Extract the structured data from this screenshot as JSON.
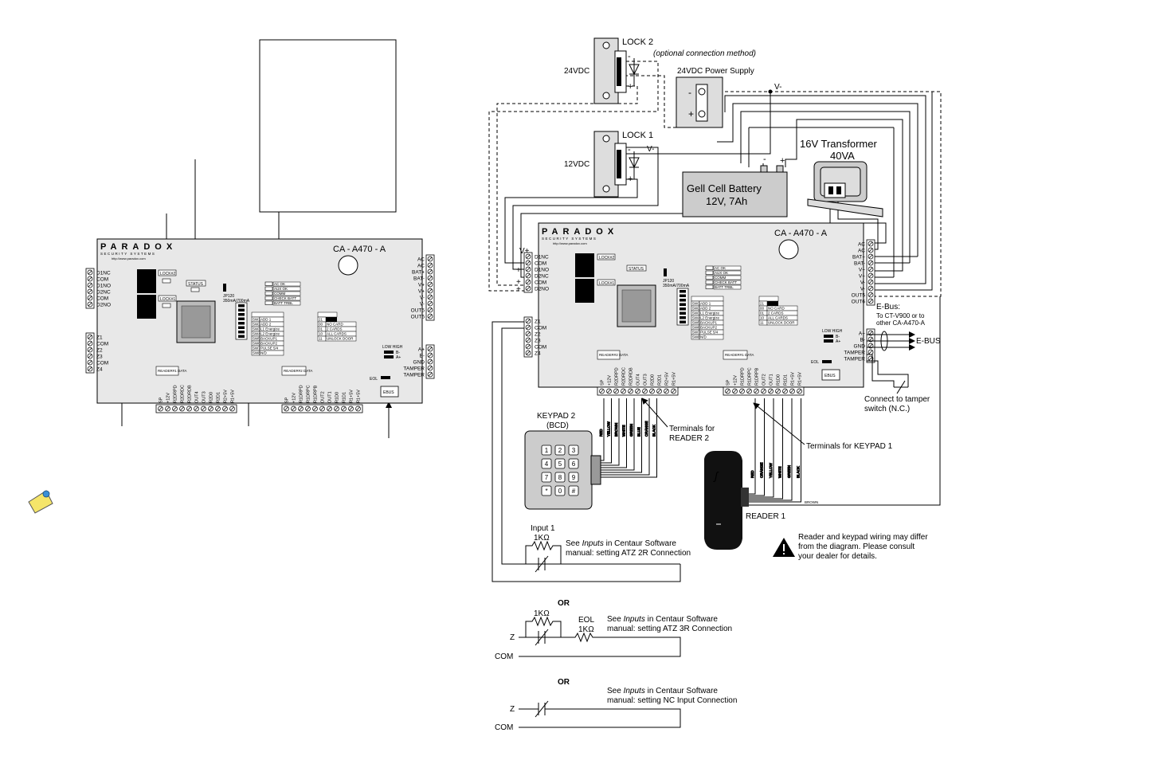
{
  "left_board": {
    "brand": "PARADOX",
    "brand_sub": "SECURITY SYSTEMS",
    "url": "http://www.paradox.com",
    "model": "CA - A470 - A",
    "lock2": "LOCK#2",
    "lock1": "LOCK#1",
    "status": "STATUS",
    "jp_label": "JP120",
    "jp_rating": "350mA/700mA",
    "leds": [
      "AC OK",
      "AUX OK",
      "COMM",
      "CHECK BATT",
      "BATT TRBL"
    ],
    "switch_title": "SWITCH",
    "switch_rows": [
      [
        "SW1",
        "ADD 1"
      ],
      [
        "SW2",
        "ADD 2"
      ],
      [
        "SW3",
        "L1 Energize"
      ],
      [
        "SW4",
        "L2 Energize"
      ],
      [
        "SW5",
        "BACKUP1"
      ],
      [
        "SW6",
        "BACKUP2"
      ],
      [
        "SW7",
        "PULSE 5/4"
      ],
      [
        "SW8",
        "N/D"
      ]
    ],
    "backup_title": "BACKUP",
    "backup_rows": [
      [
        "21",
        "",
        ""
      ],
      [
        "00",
        "NO CARD"
      ],
      [
        "01",
        "2 CARDS"
      ],
      [
        "10",
        "ALL CARDS"
      ],
      [
        "11",
        "UNLOCK DOOR"
      ]
    ],
    "reader1_data": "READER#1 DATA",
    "reader2_data": "READER#2 DATA",
    "term_left_top": [
      "D1NC",
      "COM",
      "D1NO",
      "D2NC",
      "COM",
      "D2NO"
    ],
    "term_left_bottom": [
      "Z1",
      "COM",
      "Z2",
      "Z3",
      "COM",
      "Z4"
    ],
    "term_right_top": [
      "AC",
      "AC",
      "BAT+",
      "BAT-",
      "V+",
      "V+",
      "V-",
      "V-",
      "OUT5",
      "OUT6"
    ],
    "term_right_bottom": [
      "A+",
      "B-",
      "GND",
      "TAMPER",
      "TAMPER"
    ],
    "lowhigh": "LOW HIGH",
    "lh_b": "B-",
    "lh_a": "A+",
    "eol": "EOL",
    "bottom_terms_a": [
      "SP",
      "+12V",
      "R2DRPD",
      "R2DRDC",
      "R2DRDB",
      "OUT4",
      "OUT3",
      "R2D0",
      "R2D1",
      "R2+5V",
      "R1+5V"
    ],
    "bottom_terms_b": [
      "SP",
      "+12V",
      "R1DRPD",
      "R1DRPC",
      "R1DRPB",
      "OUT2",
      "OUT1",
      "R1D0",
      "R1D1",
      "R1+5V",
      "R1+5V"
    ],
    "ebus_mini": "EBUS"
  },
  "right_diagram": {
    "lock2_label": "LOCK 2",
    "optional": "(optional connection method)",
    "vdc24": "24VDC",
    "psu": "24VDC Power Supply",
    "vminus": "V-",
    "lock1_label": "LOCK 1",
    "vdc12": "12VDC",
    "lock1_vminus": "V-",
    "transformer_l1": "16V Transformer",
    "transformer_l2": "40VA",
    "battery_l1": "Gell Cell Battery",
    "battery_l2": "12V, 7Ah",
    "vplus": "V+",
    "ebus_title": "E-Bus:",
    "ebus_l1": "To CT-V900 or to",
    "ebus_l2": "other CA-A470-A",
    "ebus_arrow": "E-BUS",
    "tamper_l1": "Connect to tamper",
    "tamper_l2": "switch (N.C.)",
    "keypad2_l1": "KEYPAD 2",
    "keypad2_l2": "(BCD)",
    "keys": [
      "1",
      "2",
      "3",
      "4",
      "5",
      "6",
      "7",
      "8",
      "9",
      "*",
      "0",
      "#"
    ],
    "reader2_terms_l1": "Terminals for",
    "reader2_terms_l2": "READER 2",
    "keypad1_terms": "Terminals for KEYPAD 1",
    "reader1": "READER 1",
    "wire_colors_k2": [
      "RED",
      "YELLOW",
      "BROWN",
      "WHITE",
      "GREEN",
      "BLUE",
      "ORANGE",
      "BLACK"
    ],
    "wire_colors_r1": [
      "RED",
      "ORANGE",
      "YELLOW",
      "WHITE",
      "GREEN",
      "BLACK"
    ],
    "brown": "BROWN",
    "warning_l1": "Reader and keypad wiring may differ",
    "warning_l2": "from the diagram. Please consult",
    "warning_l3": "your dealer for details.",
    "input1": "Input 1",
    "r1k": "1KΩ",
    "atz2r_l1_pre": "See ",
    "inputs_word": "Inputs",
    "atz2r_l1_post": " in Centaur Software",
    "atz2r_l2": "manual: setting ATZ 2R Connection",
    "or": "OR",
    "eol_label": "EOL",
    "atz3r_l2": "manual: setting ATZ 3R Connection",
    "nc_l2": "manual: setting NC Input Connection",
    "z": "Z",
    "com": "COM",
    "plus": "+",
    "minus": "-"
  }
}
